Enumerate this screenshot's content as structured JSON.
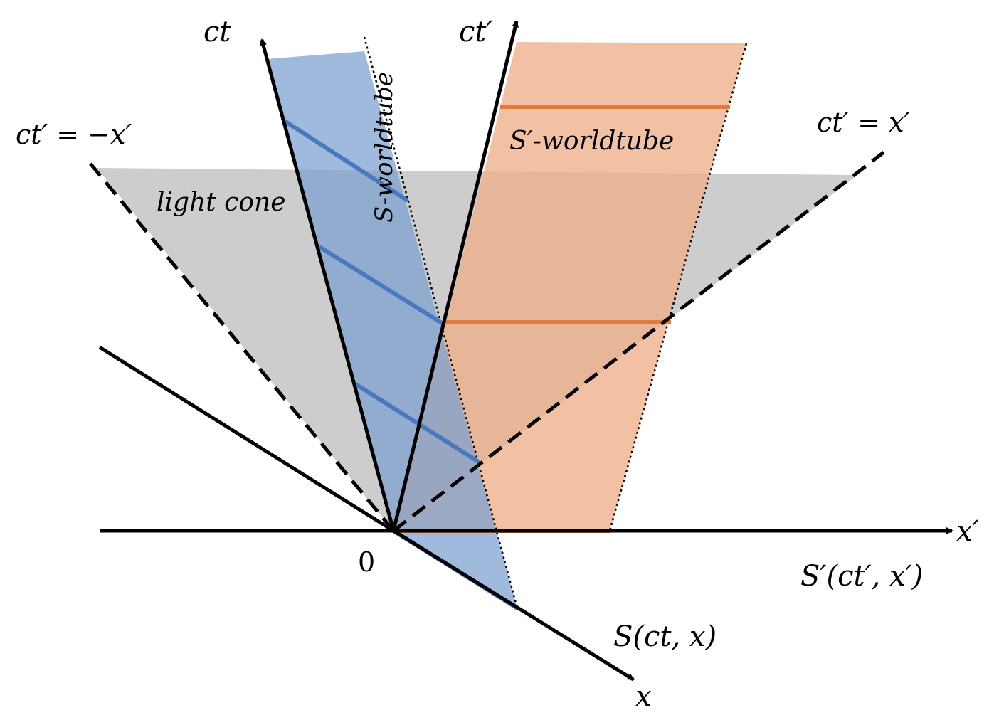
{
  "labels": {
    "ct_axis": "ct",
    "ct_prime_axis": "ct′",
    "x_axis": "x",
    "x_prime_axis": "x′",
    "light_line_left": "ct′ = −x′",
    "light_line_right": "ct′ = x′",
    "light_cone": "light cone",
    "s_worldtube": "S-worldtube",
    "s_prime_worldtube": "S′-worldtube",
    "origin": "0",
    "frame_s": "S(ct, x)",
    "frame_s_prime": "S′(ct′, x′)"
  },
  "colors": {
    "axis": "#000000",
    "light_cone_fill": "#c8c8c8",
    "s_tube_fill": "#7a9fd0",
    "s_tube_line": "#4a78be",
    "s_prime_tube_fill": "#eeb08a",
    "s_prime_tube_line": "#e07b3c"
  }
}
